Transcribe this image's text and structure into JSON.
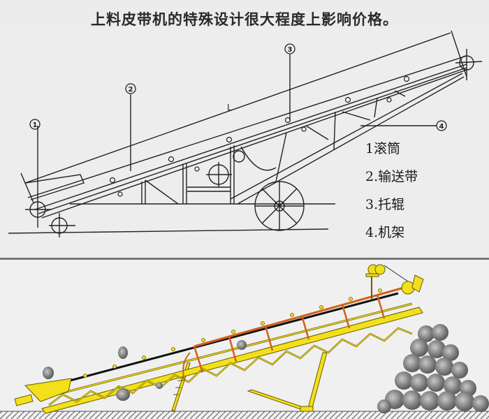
{
  "title": "上料皮带机的特殊设计很大程度上影响价格。",
  "schematic": {
    "callouts": [
      "①",
      "②",
      "③",
      "④"
    ],
    "dimension_label": "L",
    "legend": [
      {
        "number": "1",
        "label": "1滚筒"
      },
      {
        "number": "2",
        "label": "2.输送带"
      },
      {
        "number": "3",
        "label": "3.托辊"
      },
      {
        "number": "4",
        "label": "4.机架"
      }
    ]
  },
  "illustration": {
    "colors": {
      "frame": "#f2e01a",
      "frame_outline": "#6a5a00",
      "guard_rail": "#d2601a",
      "belt": "#111111",
      "rock": "#808080",
      "ground": "#555555"
    }
  }
}
